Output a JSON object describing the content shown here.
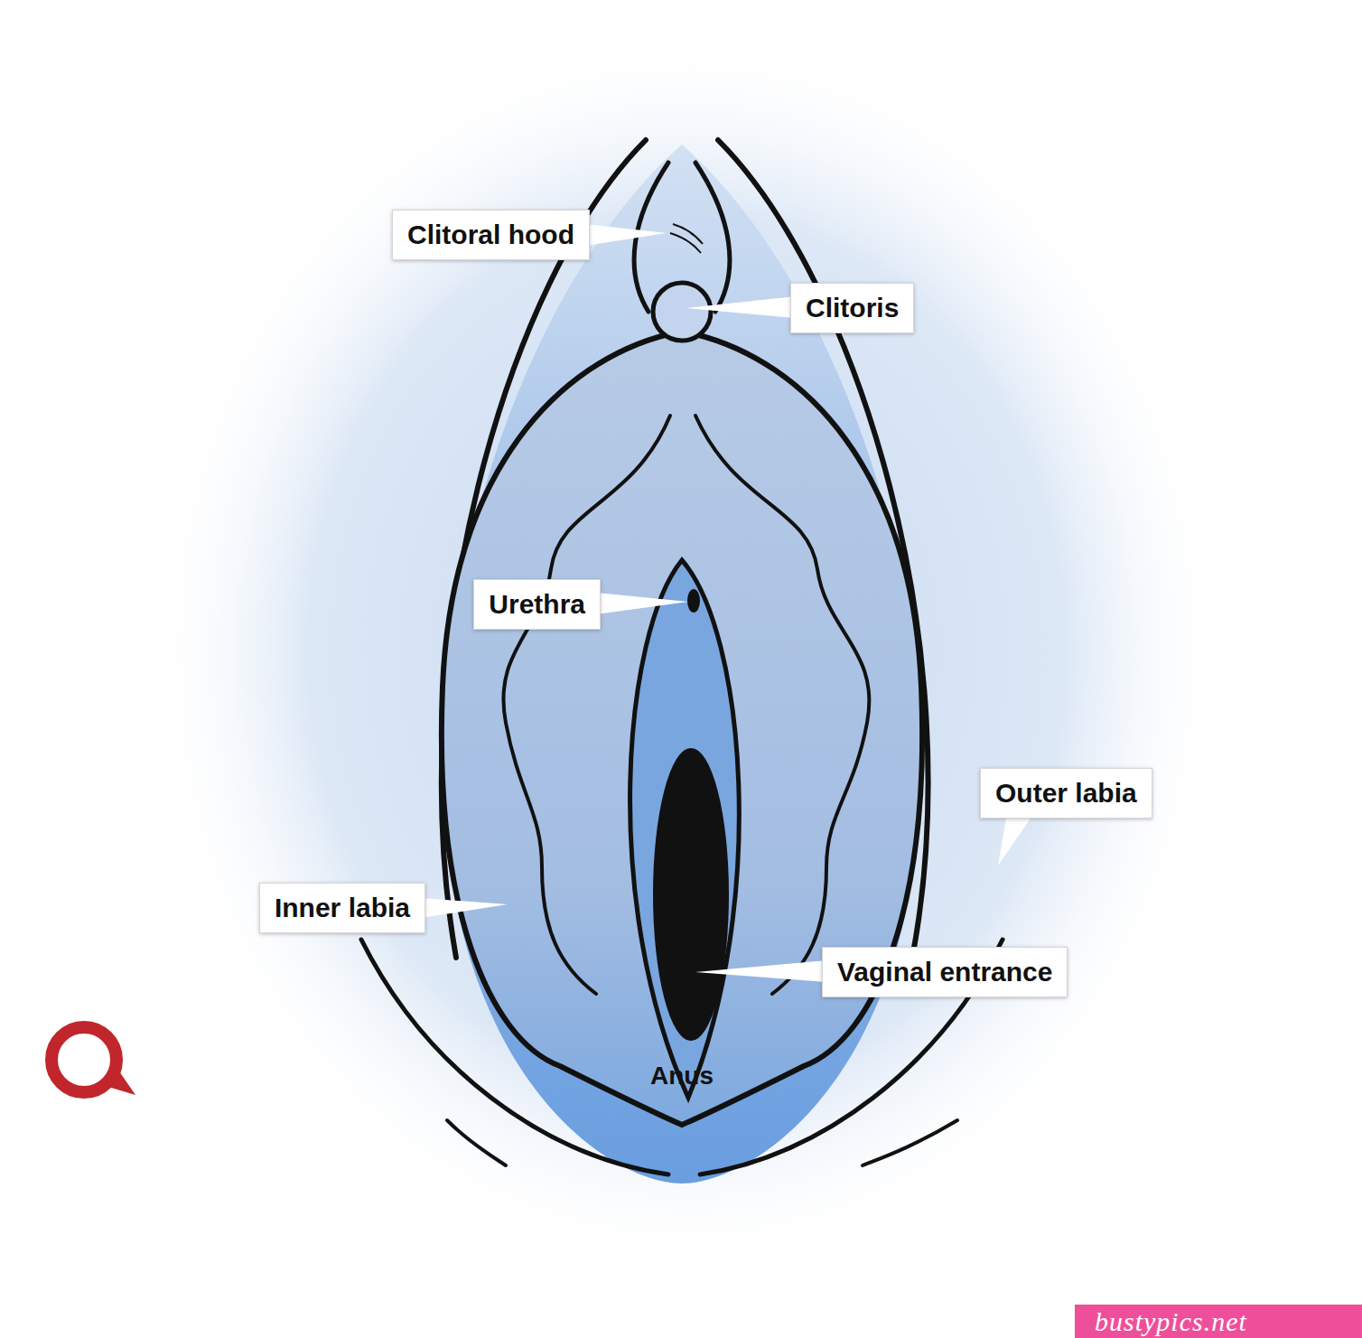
{
  "diagram": {
    "nodes": [
      {
        "text": [
          "Clitoral hood"
        ]
      },
      {
        "text": [
          "Clitoris"
        ]
      },
      {
        "text": [
          "Urethra"
        ]
      },
      {
        "text": [
          "Outer labia"
        ]
      },
      {
        "text": [
          "Inner labia"
        ]
      },
      {
        "text": [
          "Vaginal entrance"
        ]
      }
    ],
    "labels": [
      "Anus",
      "bustypics.net"
    ]
  }
}
